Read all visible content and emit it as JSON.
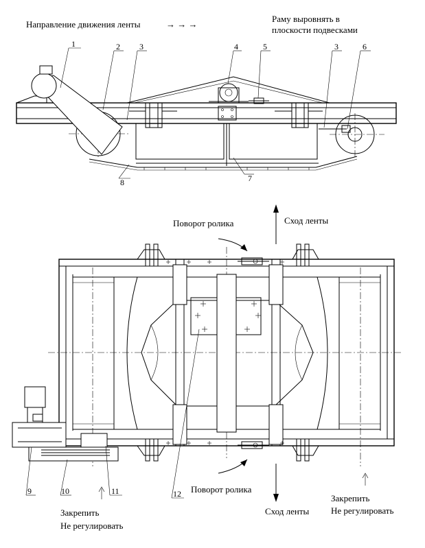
{
  "labels": {
    "belt_direction": "Направление движения ленты",
    "direction_arrows": "→ → →",
    "frame_align_line1": "Раму выровнять в",
    "frame_align_line2": "плоскости подвесками",
    "roller_turn_top": "Поворот ролика",
    "belt_exit_top": "Сход ленты",
    "roller_turn_bottom": "Поворот ролика",
    "belt_exit_bottom": "Сход ленты",
    "fix_left_line1": "Закрепить",
    "fix_left_line2": "Не регулировать",
    "fix_right_line1": "Закрепить",
    "fix_right_line2": "Не регулировать"
  },
  "callouts": {
    "c1": "1",
    "c2": "2",
    "c3a": "3",
    "c4": "4",
    "c5": "5",
    "c3b": "3",
    "c6": "6",
    "c7": "7",
    "c8": "8",
    "c9": "9",
    "c10": "10",
    "c11": "11",
    "c12": "12"
  }
}
